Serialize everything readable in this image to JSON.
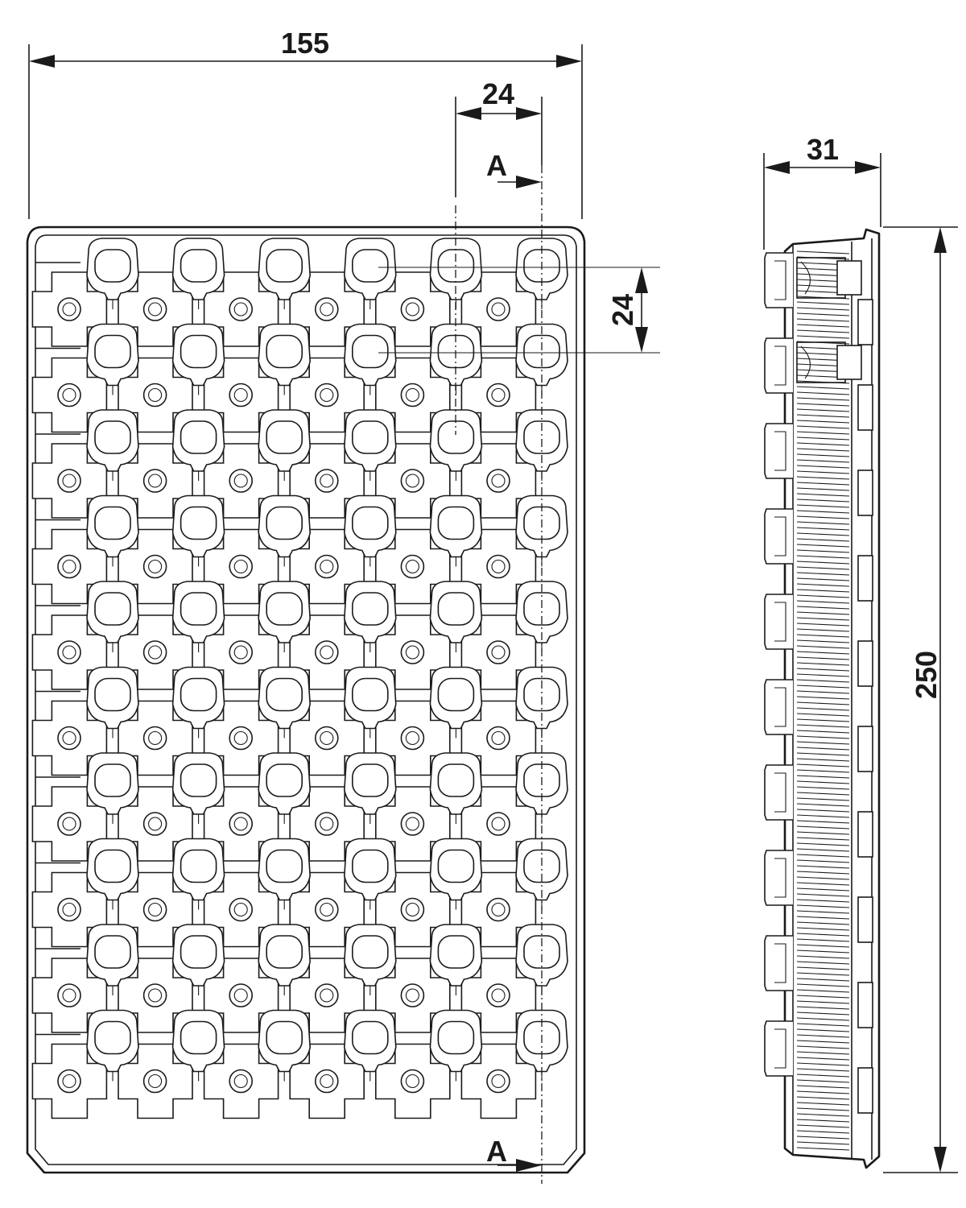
{
  "drawing": {
    "dimensions": {
      "overall_width": "155",
      "pitch_horizontal": "24",
      "pitch_vertical": "24",
      "depth": "31",
      "overall_height": "250"
    },
    "section_marker_top": "A",
    "section_marker_bottom": "A",
    "tray_grid": {
      "columns": 6,
      "rows": 10
    }
  },
  "colors": {
    "line": "#1a1a1a",
    "background": "#ffffff"
  }
}
